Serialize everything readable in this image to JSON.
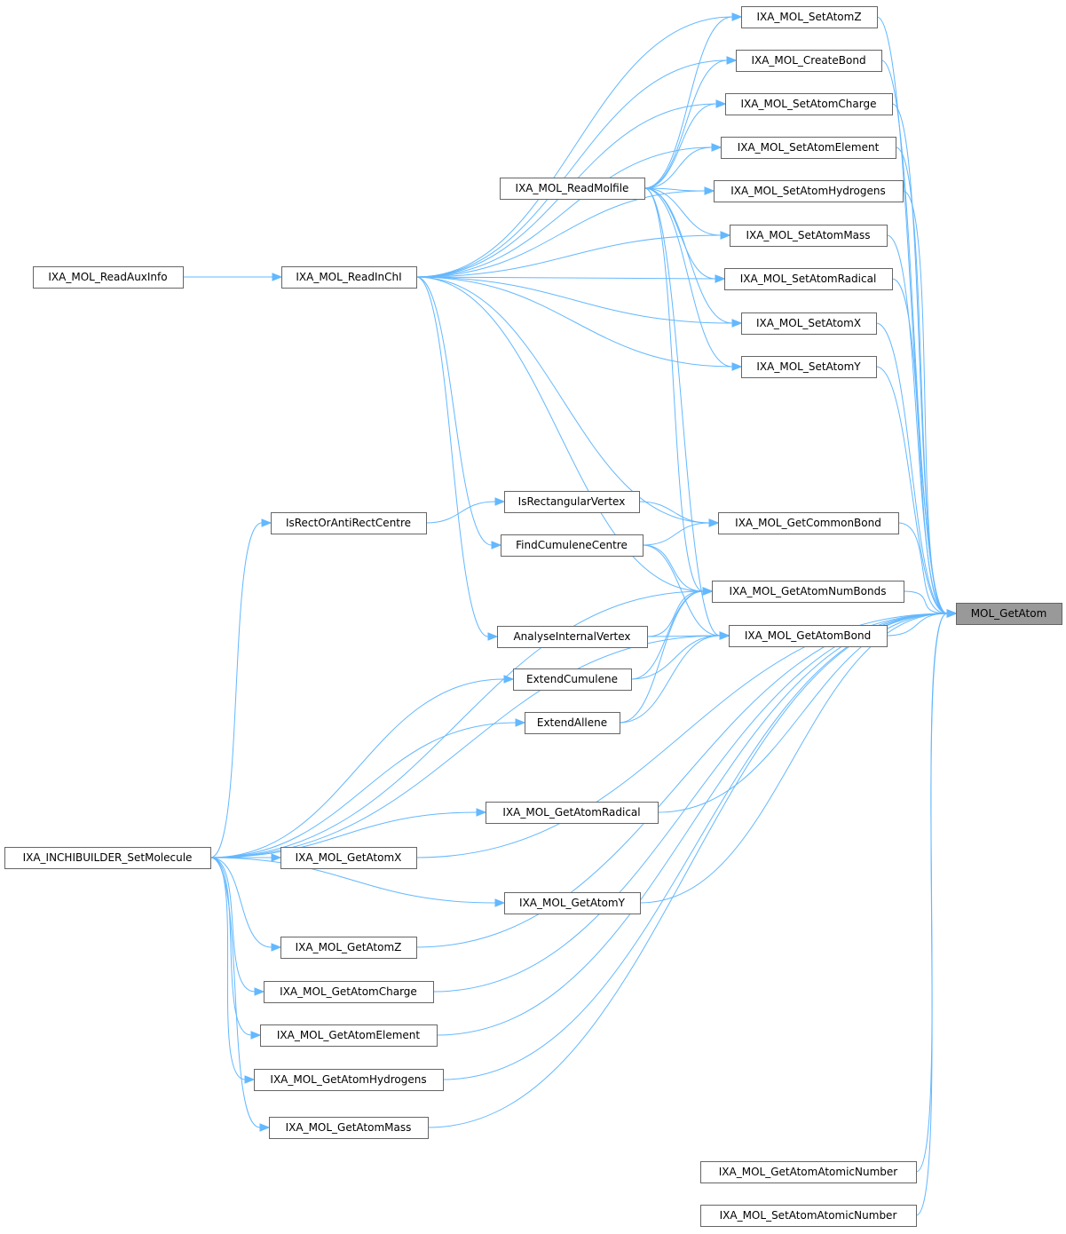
{
  "graph": {
    "root": "MOL_GetAtom",
    "colors": {
      "edge": "#63b8ff",
      "node_border": "#666666",
      "root_fill": "#999999",
      "node_fill": "#ffffff"
    },
    "nodes": [
      {
        "id": "readauxinfo",
        "label": "IXA_MOL_ReadAuxInfo"
      },
      {
        "id": "readinchi",
        "label": "IXA_MOL_ReadInChI"
      },
      {
        "id": "readmolfile",
        "label": "IXA_MOL_ReadMolfile"
      },
      {
        "id": "setatomz",
        "label": "IXA_MOL_SetAtomZ"
      },
      {
        "id": "createbond",
        "label": "IXA_MOL_CreateBond"
      },
      {
        "id": "setatomcharge",
        "label": "IXA_MOL_SetAtomCharge"
      },
      {
        "id": "setatomelement",
        "label": "IXA_MOL_SetAtomElement"
      },
      {
        "id": "setatomhydrogens",
        "label": "IXA_MOL_SetAtomHydrogens"
      },
      {
        "id": "setatommass",
        "label": "IXA_MOL_SetAtomMass"
      },
      {
        "id": "setatomradical",
        "label": "IXA_MOL_SetAtomRadical"
      },
      {
        "id": "setatomx",
        "label": "IXA_MOL_SetAtomX"
      },
      {
        "id": "setatomy",
        "label": "IXA_MOL_SetAtomY"
      },
      {
        "id": "isrectorantirectcentre",
        "label": "IsRectOrAntiRectCentre"
      },
      {
        "id": "isrectangularvertex",
        "label": "IsRectangularVertex"
      },
      {
        "id": "findcumulenecentre",
        "label": "FindCumuleneCentre"
      },
      {
        "id": "analyseinternalvertex",
        "label": "AnalyseInternalVertex"
      },
      {
        "id": "extendcumulene",
        "label": "ExtendCumulene"
      },
      {
        "id": "extendallene",
        "label": "ExtendAllene"
      },
      {
        "id": "getcommonbond",
        "label": "IXA_MOL_GetCommonBond"
      },
      {
        "id": "getatomnumbonds",
        "label": "IXA_MOL_GetAtomNumBonds"
      },
      {
        "id": "getatombond",
        "label": "IXA_MOL_GetAtomBond"
      },
      {
        "id": "getatomradical",
        "label": "IXA_MOL_GetAtomRadical"
      },
      {
        "id": "setmolecule",
        "label": "IXA_INCHIBUILDER_SetMolecule"
      },
      {
        "id": "getatomx",
        "label": "IXA_MOL_GetAtomX"
      },
      {
        "id": "getatomy",
        "label": "IXA_MOL_GetAtomY"
      },
      {
        "id": "getatomz",
        "label": "IXA_MOL_GetAtomZ"
      },
      {
        "id": "getatomcharge",
        "label": "IXA_MOL_GetAtomCharge"
      },
      {
        "id": "getatomelement",
        "label": "IXA_MOL_GetAtomElement"
      },
      {
        "id": "getatomhydrogens",
        "label": "IXA_MOL_GetAtomHydrogens"
      },
      {
        "id": "getatommass",
        "label": "IXA_MOL_GetAtomMass"
      },
      {
        "id": "getatomatomicnumber",
        "label": "IXA_MOL_GetAtomAtomicNumber"
      },
      {
        "id": "setatomatomicnumber",
        "label": "IXA_MOL_SetAtomAtomicNumber"
      },
      {
        "id": "molgetatom",
        "label": "MOL_GetAtom"
      }
    ],
    "edges": [
      [
        "readauxinfo",
        "readinchi"
      ],
      [
        "readinchi",
        "setatomz"
      ],
      [
        "readinchi",
        "createbond"
      ],
      [
        "readinchi",
        "setatomcharge"
      ],
      [
        "readinchi",
        "setatomelement"
      ],
      [
        "readinchi",
        "setatomhydrogens"
      ],
      [
        "readinchi",
        "setatommass"
      ],
      [
        "readinchi",
        "setatomradical"
      ],
      [
        "readinchi",
        "setatomx"
      ],
      [
        "readinchi",
        "setatomy"
      ],
      [
        "readinchi",
        "getcommonbond"
      ],
      [
        "readinchi",
        "getatomnumbonds"
      ],
      [
        "readinchi",
        "findcumulenecentre"
      ],
      [
        "readinchi",
        "analyseinternalvertex"
      ],
      [
        "readmolfile",
        "setatomz"
      ],
      [
        "readmolfile",
        "createbond"
      ],
      [
        "readmolfile",
        "setatomcharge"
      ],
      [
        "readmolfile",
        "setatomelement"
      ],
      [
        "readmolfile",
        "setatomhydrogens"
      ],
      [
        "readmolfile",
        "setatommass"
      ],
      [
        "readmolfile",
        "setatomradical"
      ],
      [
        "readmolfile",
        "setatomx"
      ],
      [
        "readmolfile",
        "setatomy"
      ],
      [
        "readmolfile",
        "getatomnumbonds"
      ],
      [
        "readmolfile",
        "getatombond"
      ],
      [
        "isrectorantirectcentre",
        "isrectangularvertex"
      ],
      [
        "isrectangularvertex",
        "getcommonbond"
      ],
      [
        "findcumulenecentre",
        "getcommonbond"
      ],
      [
        "findcumulenecentre",
        "getatomnumbonds"
      ],
      [
        "findcumulenecentre",
        "getatombond"
      ],
      [
        "analyseinternalvertex",
        "getatomnumbonds"
      ],
      [
        "analyseinternalvertex",
        "getatombond"
      ],
      [
        "extendcumulene",
        "getatomnumbonds"
      ],
      [
        "extendcumulene",
        "getatombond"
      ],
      [
        "extendallene",
        "getatomnumbonds"
      ],
      [
        "extendallene",
        "getatombond"
      ],
      [
        "setmolecule",
        "isrectorantirectcentre"
      ],
      [
        "setmolecule",
        "getatomnumbonds"
      ],
      [
        "setmolecule",
        "extendcumulene"
      ],
      [
        "setmolecule",
        "extendallene"
      ],
      [
        "setmolecule",
        "getatombond"
      ],
      [
        "setmolecule",
        "getatomradical"
      ],
      [
        "setmolecule",
        "getatomx"
      ],
      [
        "setmolecule",
        "getatomy"
      ],
      [
        "setmolecule",
        "getatomz"
      ],
      [
        "setmolecule",
        "getatomcharge"
      ],
      [
        "setmolecule",
        "getatomelement"
      ],
      [
        "setmolecule",
        "getatomhydrogens"
      ],
      [
        "setmolecule",
        "getatommass"
      ],
      [
        "setatomz",
        "molgetatom"
      ],
      [
        "createbond",
        "molgetatom"
      ],
      [
        "setatomcharge",
        "molgetatom"
      ],
      [
        "setatomelement",
        "molgetatom"
      ],
      [
        "setatomhydrogens",
        "molgetatom"
      ],
      [
        "setatommass",
        "molgetatom"
      ],
      [
        "setatomradical",
        "molgetatom"
      ],
      [
        "setatomx",
        "molgetatom"
      ],
      [
        "setatomy",
        "molgetatom"
      ],
      [
        "getcommonbond",
        "molgetatom"
      ],
      [
        "getatomnumbonds",
        "molgetatom"
      ],
      [
        "getatombond",
        "molgetatom"
      ],
      [
        "getatomradical",
        "molgetatom"
      ],
      [
        "getatomx",
        "molgetatom"
      ],
      [
        "getatomy",
        "molgetatom"
      ],
      [
        "getatomz",
        "molgetatom"
      ],
      [
        "getatomcharge",
        "molgetatom"
      ],
      [
        "getatomelement",
        "molgetatom"
      ],
      [
        "getatomhydrogens",
        "molgetatom"
      ],
      [
        "getatommass",
        "molgetatom"
      ],
      [
        "getatomatomicnumber",
        "molgetatom"
      ],
      [
        "setatomatomicnumber",
        "molgetatom"
      ]
    ]
  }
}
